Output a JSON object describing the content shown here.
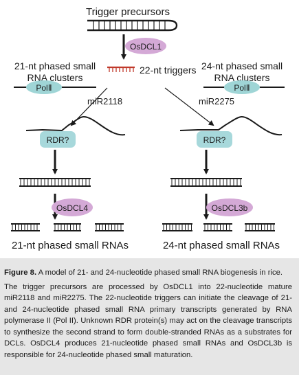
{
  "diagram": {
    "title": "Trigger precursors",
    "dcl_top": "OsDCL1",
    "triggers": "22-nt triggers",
    "left_cluster": [
      "21-nt phased small",
      "RNA clusters"
    ],
    "right_cluster": [
      "24-nt phased small",
      "RNA clusters"
    ],
    "polymerase": "PolⅡ",
    "mir_left": "miR2118",
    "mir_right": "miR2275",
    "rdr": "RDR?",
    "dcl_left": "OsDCL4",
    "dcl_right": "OsDCL3b",
    "product_left": "21-nt phased small RNAs",
    "product_right": "24-nt phased small RNAs",
    "colors": {
      "dcl_fill": "#d4a9d6",
      "pol_fill": "#9fd5d6",
      "rdr_fill": "#a7d8db",
      "trigger_red": "#c0392b"
    }
  },
  "caption": {
    "label": "Figure 8.",
    "title": "A model of 21- and 24-nucleotide phased small RNA biogenesis in rice.",
    "body": "The trigger precursors are processed by OsDCL1 into 22-nucleotide mature miR2118 and miR2275. The 22-nucleotide triggers can initiate the cleavage of 21- and 24-nucleotide phased small RNA primary transcripts generated by RNA polymerase II (Pol II). Unknown RDR protein(s) may act on the cleavage transcripts to synthesize the second strand to form double-stranded RNAs as a substrates for DCLs. OsDCL4 produces 21-nucleotide phased small RNAs and OsDCL3b is responsible for 24-nucleotide phased small maturation."
  }
}
